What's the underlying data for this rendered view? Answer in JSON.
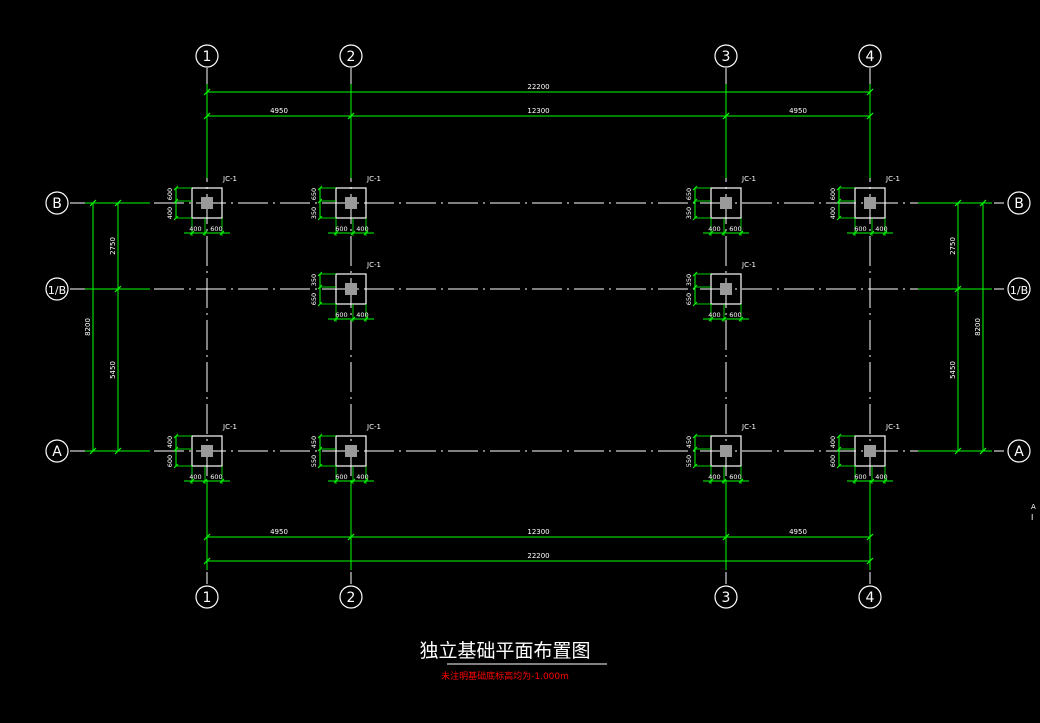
{
  "drawing": {
    "title": "独立基础平面布置图",
    "note": "未注明基础底标高均为-1.000m",
    "stray_text": [
      "A",
      "I"
    ]
  },
  "axes": {
    "vertical": [
      "1",
      "2",
      "3",
      "4"
    ],
    "horizontal": [
      "B",
      "1/B",
      "A"
    ]
  },
  "dimensions": {
    "top_total": "22200",
    "top_segments": [
      "4950",
      "12300",
      "4950"
    ],
    "bottom_total": "22200",
    "bottom_segments": [
      "4950",
      "12300",
      "4950"
    ],
    "side_total": "8200",
    "side_segments": [
      "2750",
      "5450"
    ]
  },
  "footings": {
    "label": "JC-1",
    "dims": [
      "600",
      "400",
      "650",
      "350",
      "450",
      "550"
    ]
  },
  "colors": {
    "background": "#000000",
    "line": "#ffffff",
    "dimension": "#00ff00",
    "note": "#ff0000",
    "footing_fill": "#9a9a9a"
  }
}
